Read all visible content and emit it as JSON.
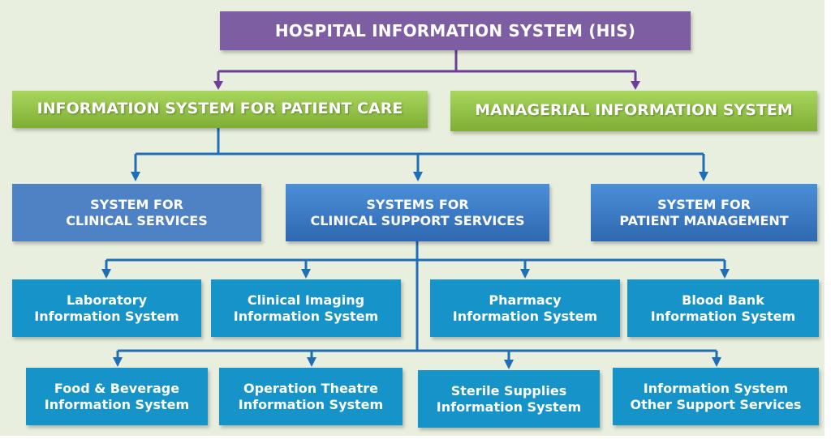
{
  "diagram": {
    "title": "HOSPITAL INFORMATION SYSTEM (HIS)",
    "level1": [
      {
        "label": "INFORMATION SYSTEM FOR PATIENT CARE"
      },
      {
        "label": "MANAGERIAL INFORMATION SYSTEM"
      }
    ],
    "level2": [
      {
        "label": "SYSTEM FOR\nCLINICAL SERVICES"
      },
      {
        "label": "SYSTEMS FOR\nCLINICAL SUPPORT SERVICES"
      },
      {
        "label": "SYSTEM FOR\nPATIENT MANAGEMENT"
      }
    ],
    "level3_row1": [
      {
        "label": "Laboratory\nInformation System"
      },
      {
        "label": "Clinical Imaging\nInformation System"
      },
      {
        "label": "Pharmacy\nInformation System"
      },
      {
        "label": "Blood Bank\nInformation System"
      }
    ],
    "level3_row2": [
      {
        "label": "Food & Beverage\nInformation System"
      },
      {
        "label": "Operation Theatre\nInformation System"
      },
      {
        "label": "Sterile Supplies\nInformation System"
      },
      {
        "label": "Information System\nOther Support Services"
      }
    ],
    "colors": {
      "root": "#7d5ea3",
      "level1": "#8fc043",
      "level2": "#3a78c4",
      "level3": "#1694c9",
      "purple_connector": "#6e3d9a",
      "blue_connector": "#1f6fb8"
    }
  }
}
